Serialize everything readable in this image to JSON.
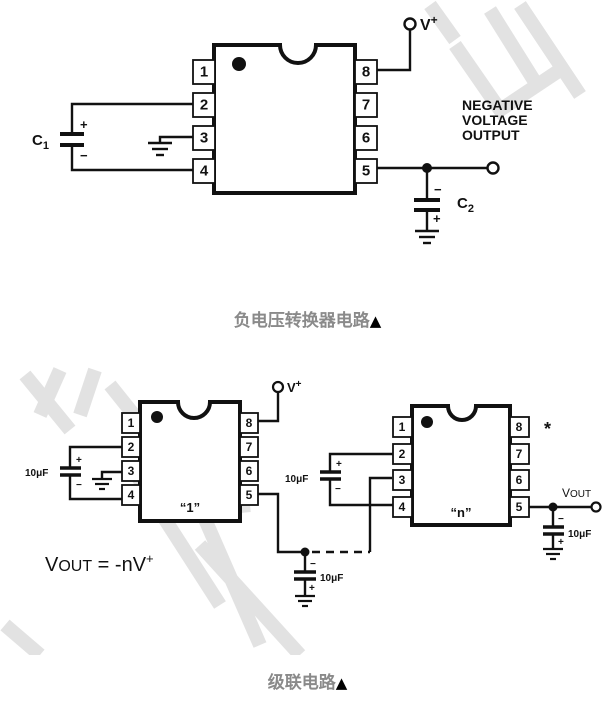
{
  "figure1": {
    "title": "负电压转换器电路",
    "caption_marker": "▲",
    "chip": {
      "pins_left": [
        "1",
        "2",
        "3",
        "4"
      ],
      "pins_right": [
        "8",
        "7",
        "6",
        "5"
      ]
    },
    "supply_label": "V+",
    "output_label_lines": [
      "NEGATIVE",
      "VOLTAGE",
      "OUTPUT"
    ],
    "c1_label": "C1",
    "c2_label": "C2",
    "plus": "+",
    "minus": "−"
  },
  "figure2": {
    "title": "级联电路",
    "caption_marker": "▲",
    "chip1": {
      "name": "“1”",
      "pins_left": [
        "1",
        "2",
        "3",
        "4"
      ],
      "pins_right": [
        "8",
        "7",
        "6",
        "5"
      ]
    },
    "chipn": {
      "name": "“n”",
      "pins_left": [
        "1",
        "2",
        "3",
        "4"
      ],
      "pins_right": [
        "8",
        "7",
        "6",
        "5"
      ],
      "pin8_mark": "*"
    },
    "supply_label": "V+",
    "formula": "VOUT = -nV+",
    "vout_label": "VOUT",
    "cap_value": "10μF",
    "plus": "+",
    "minus": "−"
  }
}
